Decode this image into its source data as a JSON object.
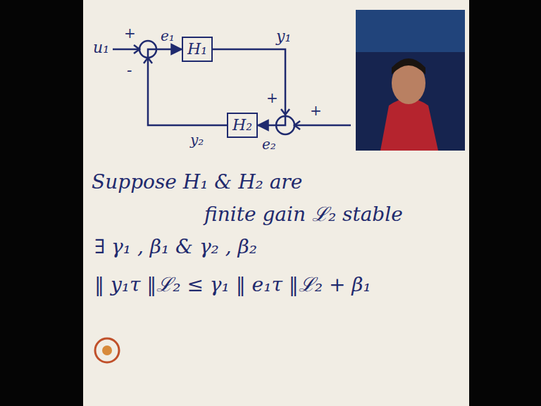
{
  "diagram": {
    "nodes": [
      {
        "text": [
          "H₁"
        ]
      },
      {
        "text": [
          "H₂"
        ]
      }
    ],
    "edges": [
      {
        "from": 0,
        "to": 1,
        "arrow": "to"
      },
      {
        "from": 1,
        "to": 0,
        "arrow": "to"
      }
    ],
    "labels": [
      "u₁",
      "+",
      "-",
      "e₁",
      "y₁",
      "+",
      "+",
      "e₂",
      "y₂",
      "Suppose H₁ & H₂ are",
      "finite gain ℒ₂ stable",
      "∃ γ₁ , β₁ & γ₂ , β₂",
      "‖ y₁τ ‖ℒ₂ ≤ γ₁ ‖ e₁τ ‖ℒ₂ + β₁"
    ]
  }
}
